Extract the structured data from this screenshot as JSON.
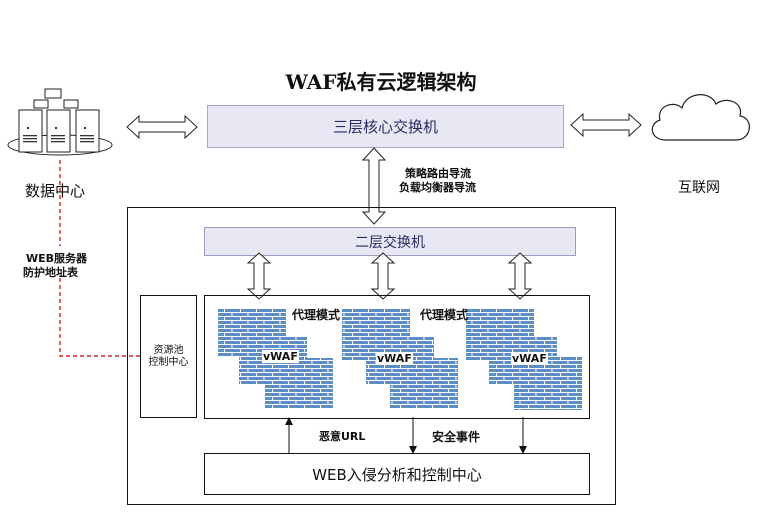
{
  "title": "WAF私有云逻辑架构",
  "core_switch": "三层核心交换机",
  "l2_switch": "二层交换机",
  "datacenter_label": "数据中心",
  "internet_label": "互联网",
  "routing_note": [
    "策略路由导流",
    "负载均衡器导流"
  ],
  "web_server_note": [
    "WEB服务器",
    "防护地址表"
  ],
  "resource_pool": [
    "资源池",
    "控制中心"
  ],
  "proxy_mode": "代理模式",
  "vwaf": "vWAF",
  "malicious_url": "恶意URL",
  "security_event": "安全事件",
  "analysis_center": "WEB入侵分析和控制中心",
  "colors": {
    "brick": "#5b8ec4",
    "mortar": "#ffffff",
    "switch_fill": "#e8e8f4",
    "dashed_line": "#c00000"
  }
}
